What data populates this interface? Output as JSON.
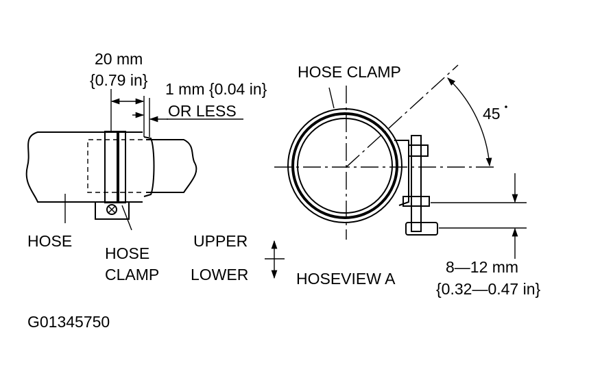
{
  "labels": {
    "dim_20mm": "20 mm",
    "dim_20mm_in": "{0.79 in}",
    "dim_1mm": "1 mm {0.04 in}",
    "or_less": "OR LESS",
    "hose_clamp_top": "HOSE CLAMP",
    "angle": "45",
    "hose": "HOSE",
    "hose_clamp_side_1": "HOSE",
    "hose_clamp_side_2": "CLAMP",
    "upper": "UPPER",
    "lower": "LOWER",
    "hoseview": "HOSEVIEW A",
    "dim_8_12": "8—12 mm",
    "dim_8_12_in": "{0.32—0.47 in}",
    "figure_id": "G01345750"
  }
}
